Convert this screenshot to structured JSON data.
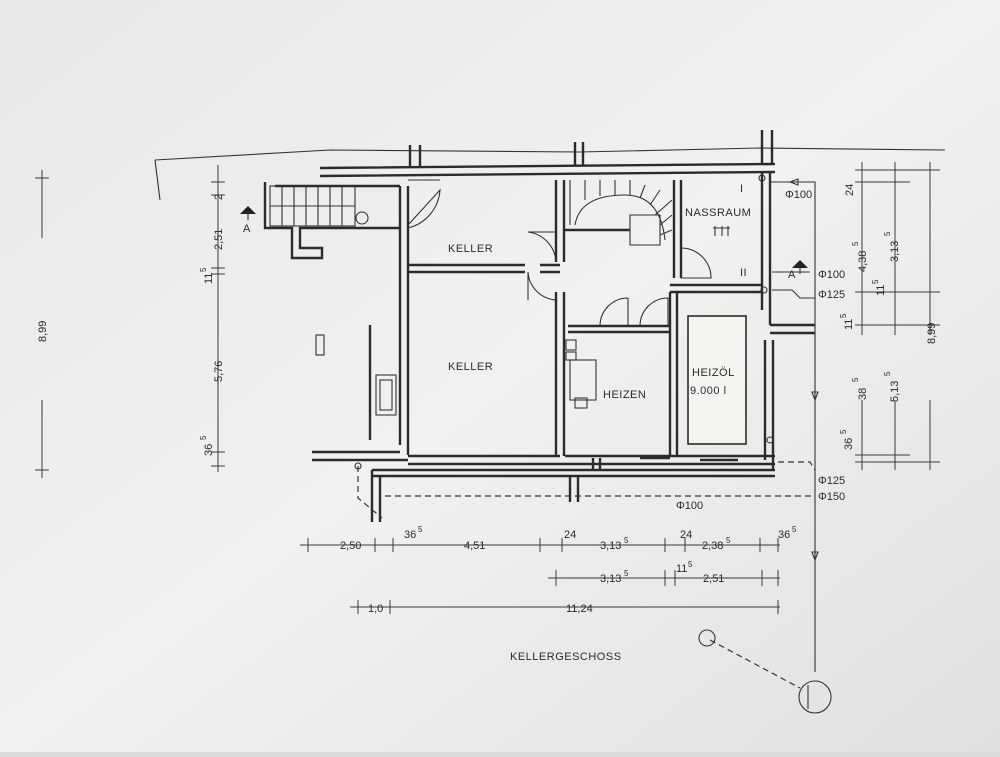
{
  "plan": {
    "title": "KELLERGESCHOSS",
    "rooms": {
      "keller_upper": "KELLER",
      "keller_lower": "KELLER",
      "nassraum": "NASSRAUM",
      "heizen": "HEIZEN",
      "heizoel": "HEIZÖL",
      "heizoel_volume": "9.000 l"
    },
    "section_markers": {
      "left": "A",
      "right": "A"
    },
    "roman_markers": {
      "one": "I",
      "two": "II"
    },
    "pipes": {
      "p1": "Φ100",
      "p2": "Φ100",
      "p3": "Φ125",
      "p4": "Φ125",
      "p5": "Φ150",
      "p6": "Φ100"
    },
    "dimensions": {
      "left_total": "8,99",
      "left_a": "2,51",
      "left_b": "5,76",
      "left_c": "36",
      "left_c_sup": "5",
      "left_d": "11",
      "left_d_sup": "5",
      "left_e": "2",
      "right_total": "8,99",
      "right_a": "24",
      "right_b": "4,38",
      "right_b_sup": "5",
      "right_c": "3,13",
      "right_c_sup": "5",
      "right_d": "11",
      "right_d_sup": "5",
      "right_e": "11",
      "right_e_sup": "5",
      "right_f": "38",
      "right_f_sup": "5",
      "right_g": "5,13",
      "right_g_sup": "5",
      "right_h": "36",
      "right_h_sup": "5",
      "b1": "2,50",
      "b2": "36",
      "b2_sup": "5",
      "b3": "4,51",
      "b4": "24",
      "b5": "3,13",
      "b5_sup": "5",
      "b6": "24",
      "b7": "2,38",
      "b7_sup": "5",
      "b8": "36",
      "b8_sup": "5",
      "b9": "3,13",
      "b9_sup": "5",
      "b10": "11",
      "b10_sup": "5",
      "b11": "2,51",
      "b12": "1,0",
      "b13": "11,24"
    }
  }
}
